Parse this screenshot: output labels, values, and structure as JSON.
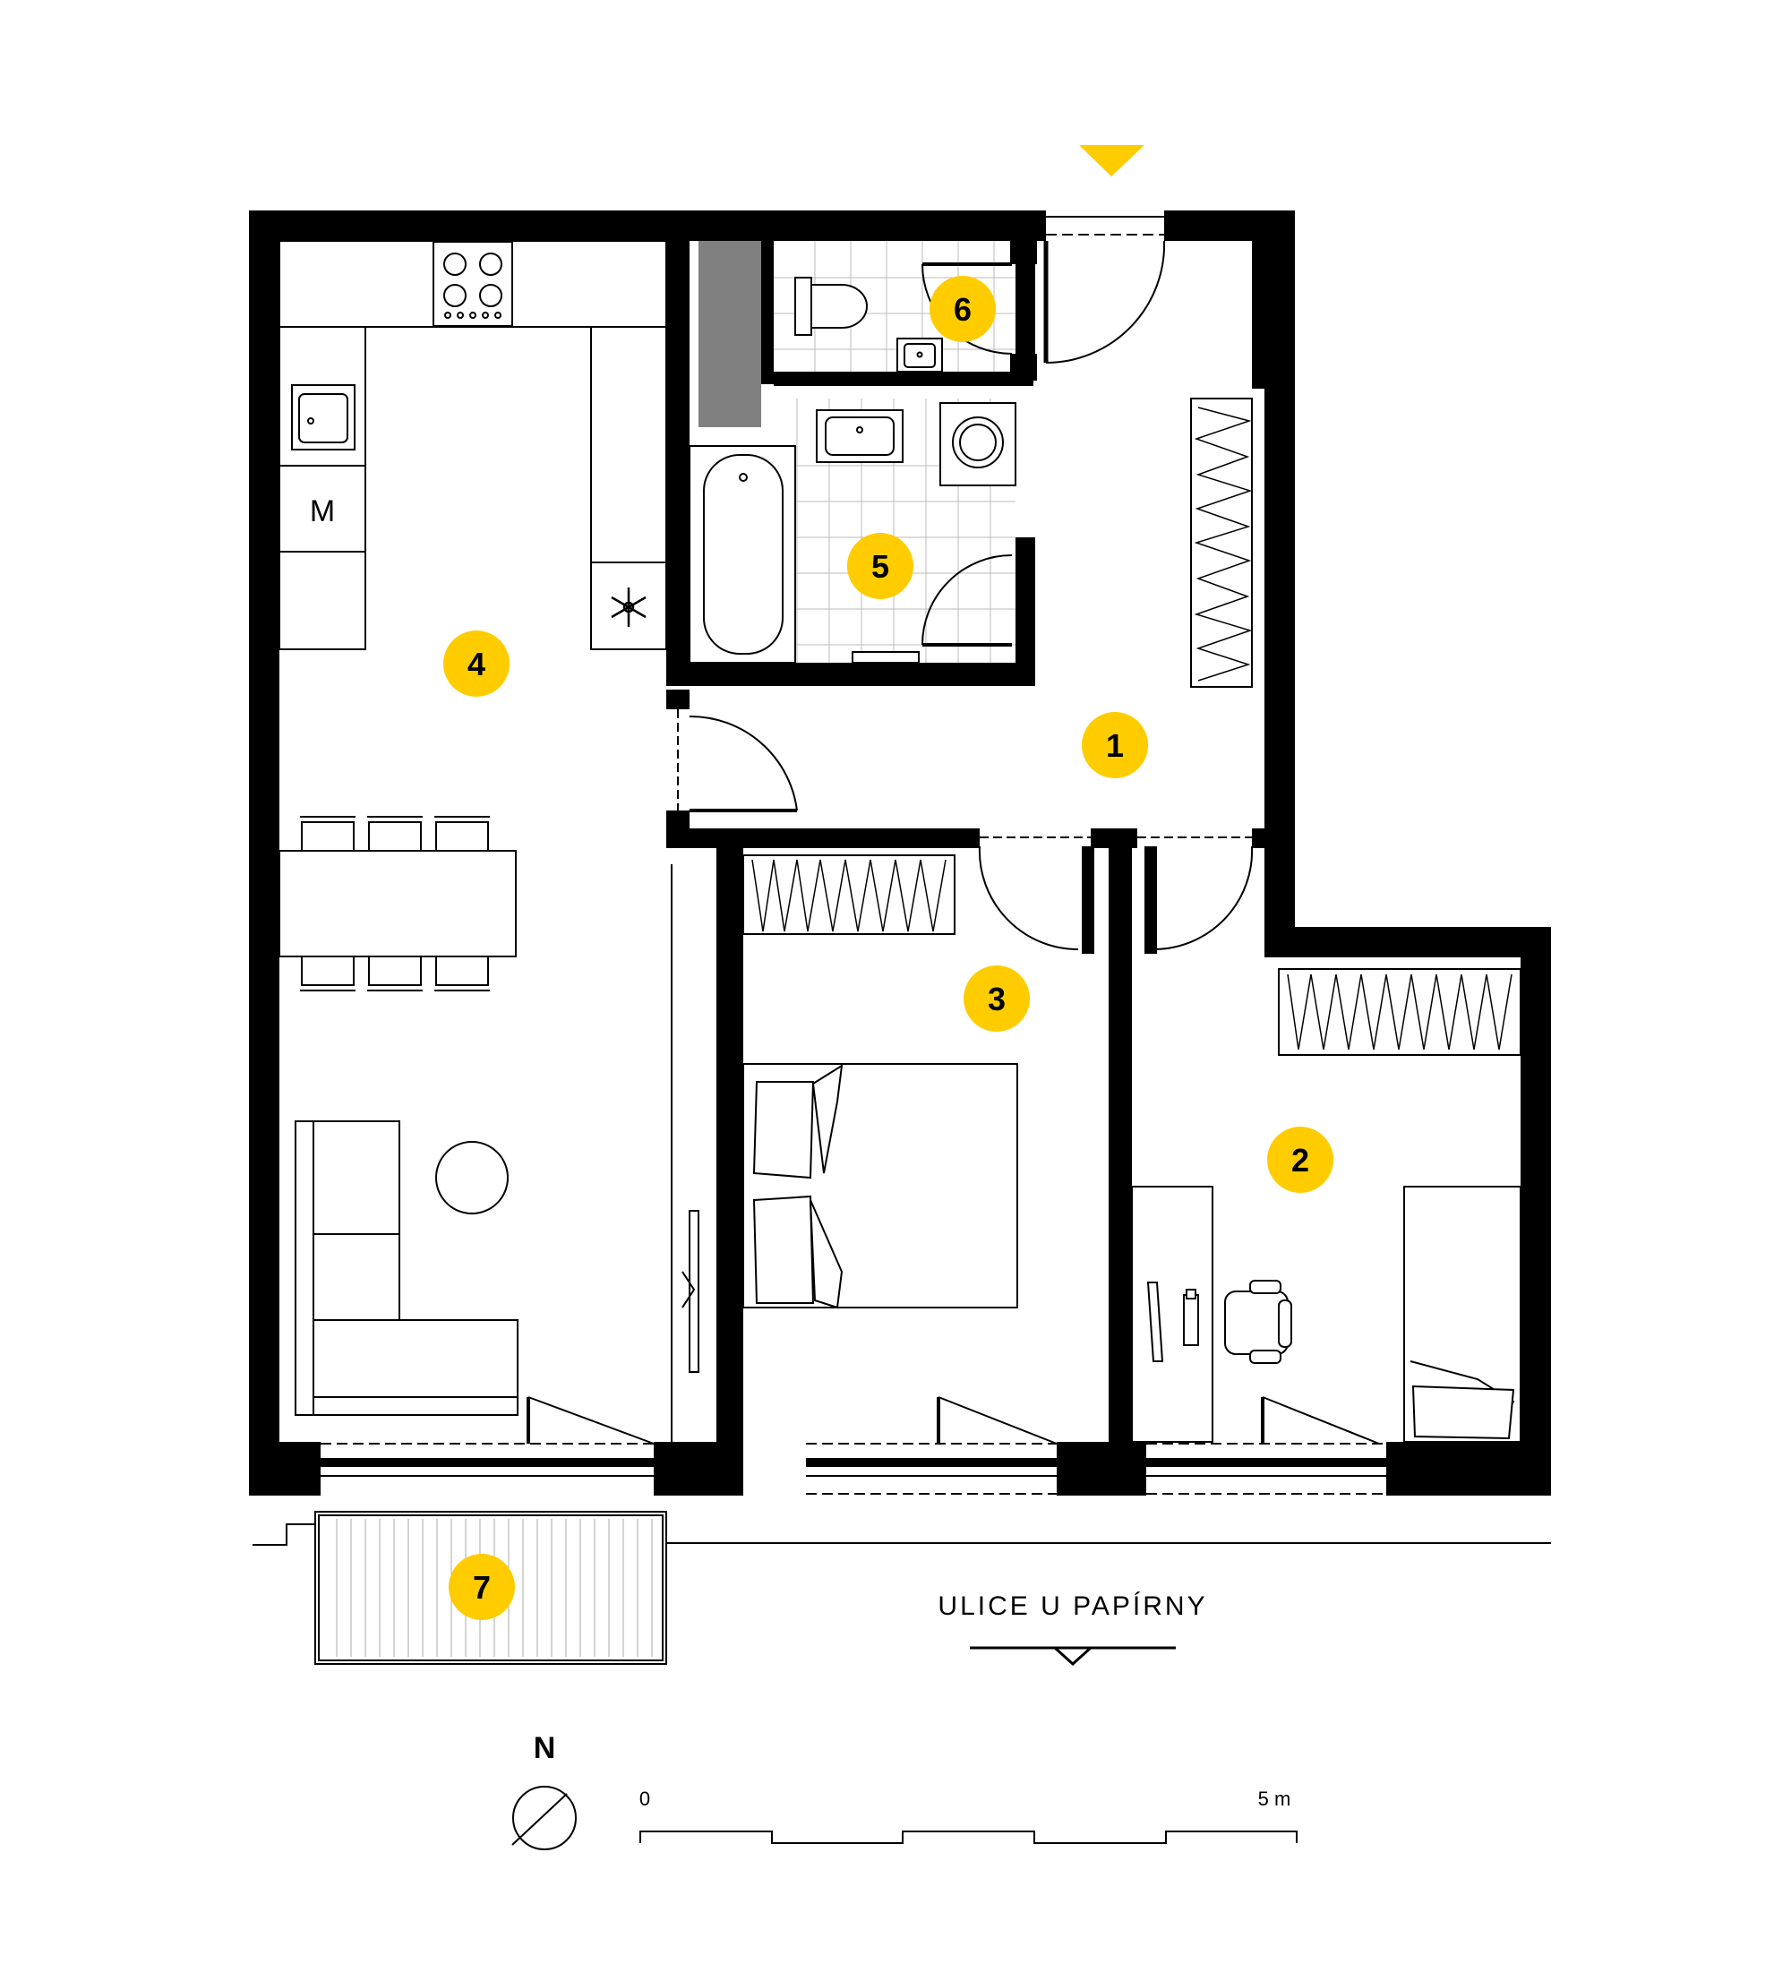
{
  "rooms": [
    {
      "id": "1",
      "label": "1"
    },
    {
      "id": "2",
      "label": "2"
    },
    {
      "id": "3",
      "label": "3"
    },
    {
      "id": "4",
      "label": "4"
    },
    {
      "id": "5",
      "label": "5"
    },
    {
      "id": "6",
      "label": "6"
    },
    {
      "id": "7",
      "label": "7"
    }
  ],
  "washer_label": "M",
  "street_label": "ULICE U PAPÍRNY",
  "north_label": "N",
  "scale": {
    "start": "0",
    "end": "5 m"
  },
  "colors": {
    "wall": "#000000",
    "marker": "#ffcc00",
    "shaft": "#808080",
    "line": "#000000"
  },
  "icons": [
    "entrance-arrow-icon",
    "snowflake-icon",
    "north-arrow-icon",
    "street-arrow-icon"
  ]
}
